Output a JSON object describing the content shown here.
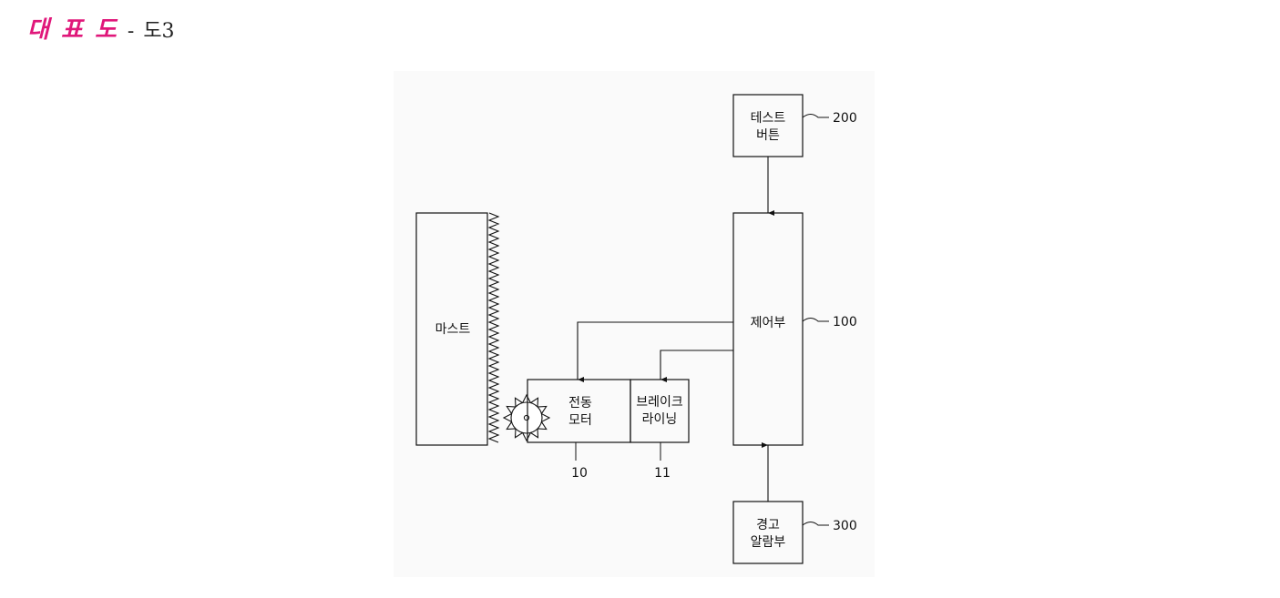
{
  "header": {
    "title": "대 표 도",
    "separator": "-",
    "figure": "도3"
  },
  "diagram": {
    "mast": {
      "label": "마스트"
    },
    "motor": {
      "line1": "전동",
      "line2": "모터",
      "ref": "10"
    },
    "brake": {
      "line1": "브레이크",
      "line2": "라이닝",
      "ref": "11"
    },
    "test_button": {
      "line1": "테스트",
      "line2": "버튼",
      "ref": "200"
    },
    "controller": {
      "label": "제어부",
      "ref": "100"
    },
    "alarm": {
      "line1": "경고",
      "line2": "알람부",
      "ref": "300"
    }
  }
}
